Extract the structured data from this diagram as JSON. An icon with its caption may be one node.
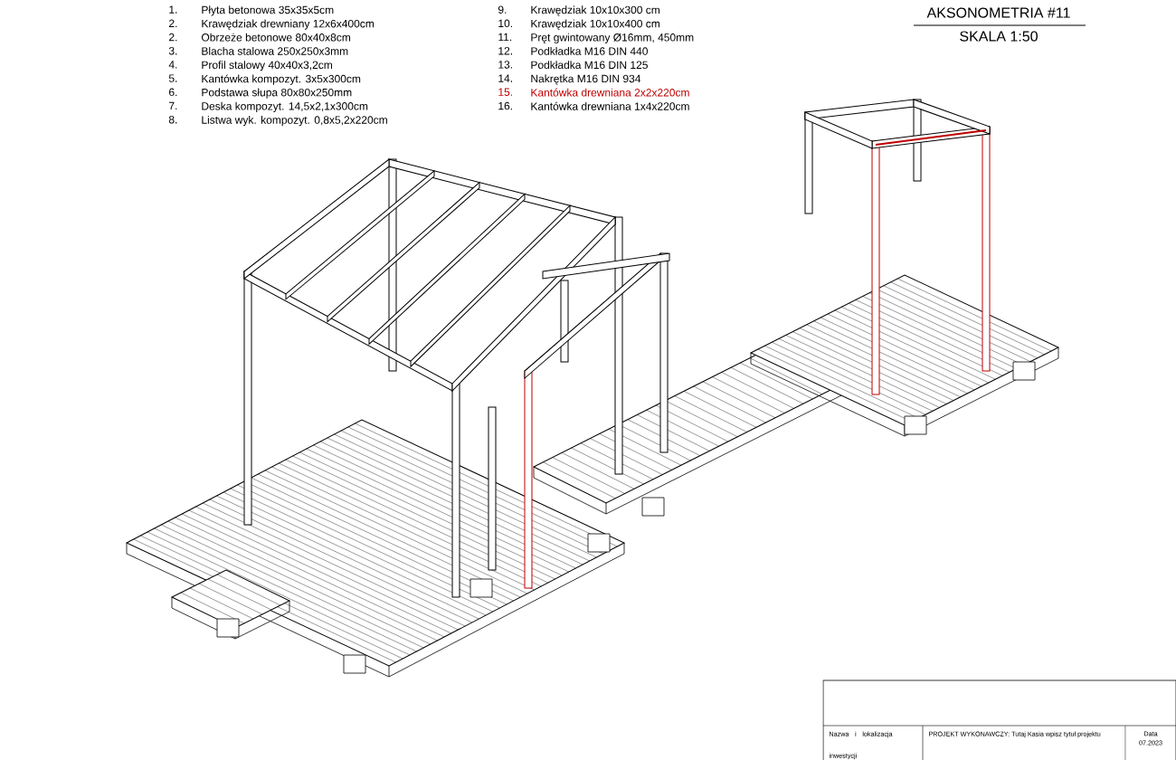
{
  "diagram": {
    "title": "AKSONOMETRIA #11",
    "labels": [
      "1.",
      "Płyta betonowa 35x35x5cm",
      "2.",
      "Krawędziak drewniany 12x6x400cm",
      "2.",
      "Obrzeże betonowe 80x40x8cm",
      "3.",
      "Blacha stalowa 250x250x3mm",
      "4.",
      "Profil stalowy 40x40x3,2cm",
      "5.",
      "Kantówka kompozyt. 3x5x300cm",
      "6.",
      "Podstawa słupa 80x80x250mm",
      "7.",
      "Deska kompozyt. 14,5x2,1x300cm",
      "8.",
      "Listwa wyk. kompozyt. 0,8x5,2x220cm",
      "9.",
      "Krawędziak 10x10x300 cm",
      "10.",
      "Krawędziak 10x10x400 cm",
      "11.",
      "Pręt gwintowany Ø16mm, 450mm",
      "12.",
      "Podkładka M16 DIN 440",
      "13.",
      "Podkładka M16 DIN 125",
      "14.",
      "Nakrętka M16 DIN 934",
      "15.",
      "Kantówka drewniana 2x2x220cm",
      "16.",
      "Kantówka drewniana 1x4x220cm",
      "SKALA 1:50",
      "Nazwa i lokalizacja inwestycji",
      "PROJEKT WYKONAWCZY: Tutaj Kasia wpisz tytuł projektu",
      "Data",
      "07.2023"
    ]
  }
}
